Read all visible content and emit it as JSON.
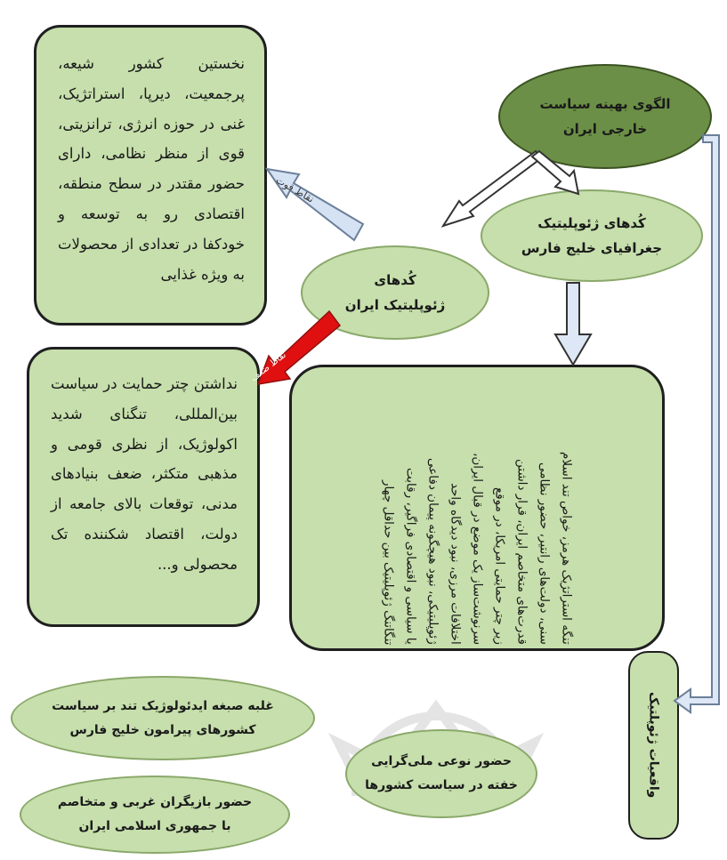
{
  "nodes": {
    "top_left_box": "نخستین کشور شیعه، پرجمعیت، دیرپا، استراتژیک، غنی در حوزه انرژی، ترانزیتی، قوی از منظر نظامی، دارای حضور مقتدر در سطح منطقه، اقتصادی رو به توسعه و خودکفا در تعدادی از محصولات به ویژه غذایی",
    "pattern": {
      "line1": "الگوی بهینه سیاست",
      "line2": "خارجی ایران"
    },
    "iran_codes": {
      "line1": "کُدهای",
      "line2": "ژئوپلیتیک ایران"
    },
    "gulf_codes": {
      "line1": "کُدهای ژئوپلیتیک",
      "line2": "جغرافیای خلیج فارس"
    },
    "left_box": "نداشتن چتر حمایت در سیاست بین‌المللی، تنگنای شدید اکولوژیک، از نظری قومی و مذهبی متکثر، ضعف بنیادهای مدنی، توقعات بالای جامعه از دولت، اقتصاد شکننده تک محصولی و...",
    "vertical_box_lines": [
      "تنگه استراتژیک هرمز، خواص تند اسلام",
      "سنی، دولت‌های رانتیر، حضور نظامی",
      "قدرت‌های متخاصم ایران، قرار داشتن",
      "زیر چتر حمایتی امریکا، در موقع",
      "سرنوشت‌ساز یک موضع در قبال ایران،",
      "اختلافات مرزی، نبود دیدگاه واحد",
      "ژئوپلیتیکی، نبود هیچگونه پیمان دفاعی",
      "یا سیاسی و اقتصادی فراگیر، رقابت",
      "تنگاتنگ ژئوپلیتیک بین حداقل چهار"
    ],
    "realities": "واقعیات ژئوپلتیک",
    "ideology": {
      "line1": "غلبه صبغه ایدئولوژیک تند بر سیاست",
      "line2": "کشورهای پیرامون خلیج فارس"
    },
    "nationalism": {
      "line1": "حضور نوعی ملی‌گرایی",
      "line2": "خفته در سیاست کشورها"
    },
    "actors": {
      "line1": "حضور بازیگران غربی و متخاصم",
      "line2": "با جمهوری اسلامی ایران"
    }
  },
  "arrow_labels": {
    "blue_arrow": "نقاط قوت",
    "red_arrow": "نقاط ضعف"
  },
  "colors": {
    "box_fill": "#c6dfac",
    "dark_fill": "#6b8f46",
    "arrow_fill": "#dde7f5",
    "red_arrow": "#e01010",
    "blue_arrow": "#d4e2f4"
  }
}
